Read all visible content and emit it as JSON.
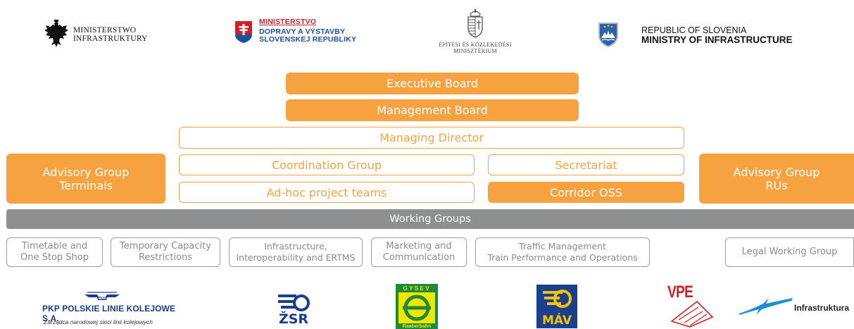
{
  "ministries": {
    "poland": {
      "line1": "MINISTERSTWO",
      "line2": "INFRASTRUKTURY",
      "icon": "polish-eagle-icon"
    },
    "slovakia": {
      "line1": "MINISTERSTVO",
      "line2": "DOPRAVY A VÝSTAVBY",
      "line3": "SLOVENSKEJ REPUBLIKY",
      "icon": "slovak-coat-of-arms-icon"
    },
    "hungary": {
      "line1": "ÉPÍTÉSI ÉS KÖZLEKEDÉSI",
      "line2": "MINISZTÉRIUM",
      "icon": "hungarian-coat-of-arms-icon"
    },
    "slovenia": {
      "line1": "REPUBLIC OF SLOVENIA",
      "line2": "MINISTRY OF INFRASTRUCTURE",
      "icon": "slovenian-coat-of-arms-icon"
    }
  },
  "org": {
    "executive_board": "Executive Board",
    "management_board": "Management Board",
    "managing_director": "Managing Director",
    "advisory_terminals": {
      "line1": "Advisory Group",
      "line2": "Terminals"
    },
    "advisory_rus": {
      "line1": "Advisory Group",
      "line2": "RUs"
    },
    "coordination_group": "Coordination Group",
    "adhoc_teams": "Ad-hoc project teams",
    "secretariat": "Secretariat",
    "corridor_oss": "Corridor OSS",
    "working_groups": "Working Groups"
  },
  "working_groups": [
    {
      "line1": "Timetable and",
      "line2": "One Stop Shop"
    },
    {
      "line1": "Temporary Capacity",
      "line2": "Restrictions"
    },
    {
      "line1": "Infrastructure,",
      "line2": "Interoperability and ERTMS"
    },
    {
      "line1": "Marketing and",
      "line2": "Communication"
    },
    {
      "line1": "Traffic Management",
      "line2": "Train Performance and Operations"
    },
    {
      "line1": "Legal Working Group",
      "line2": ""
    }
  ],
  "companies": {
    "pkp": {
      "name": "PKP POLSKIE LINIE KOLEJOWE S.A.",
      "subtitle": "Zarządca narodowej sieci linii kolejowych",
      "badge": "PLK"
    },
    "zsr": {
      "name": "ŽSR"
    },
    "gysev": {
      "name": "GYSEV",
      "bottom": "Raaberbahn"
    },
    "mav": {
      "name": "MÁV"
    },
    "vpe": {
      "name": "VPE"
    },
    "infrastruktura": {
      "name": "Infrastruktura"
    }
  },
  "colors": {
    "orange": "#f7a240",
    "grey_bar": "#8e8f90",
    "wg_border": "#9d9d9d",
    "navy": "#1b3d8f",
    "mav_blue": "#1b3f8f",
    "mav_yellow": "#f5c400",
    "gysev_green": "#1e8a3c",
    "gysev_yellow": "#f2e500",
    "vpe_red": "#d21f26",
    "infra_blue": "#1a8fd6"
  }
}
